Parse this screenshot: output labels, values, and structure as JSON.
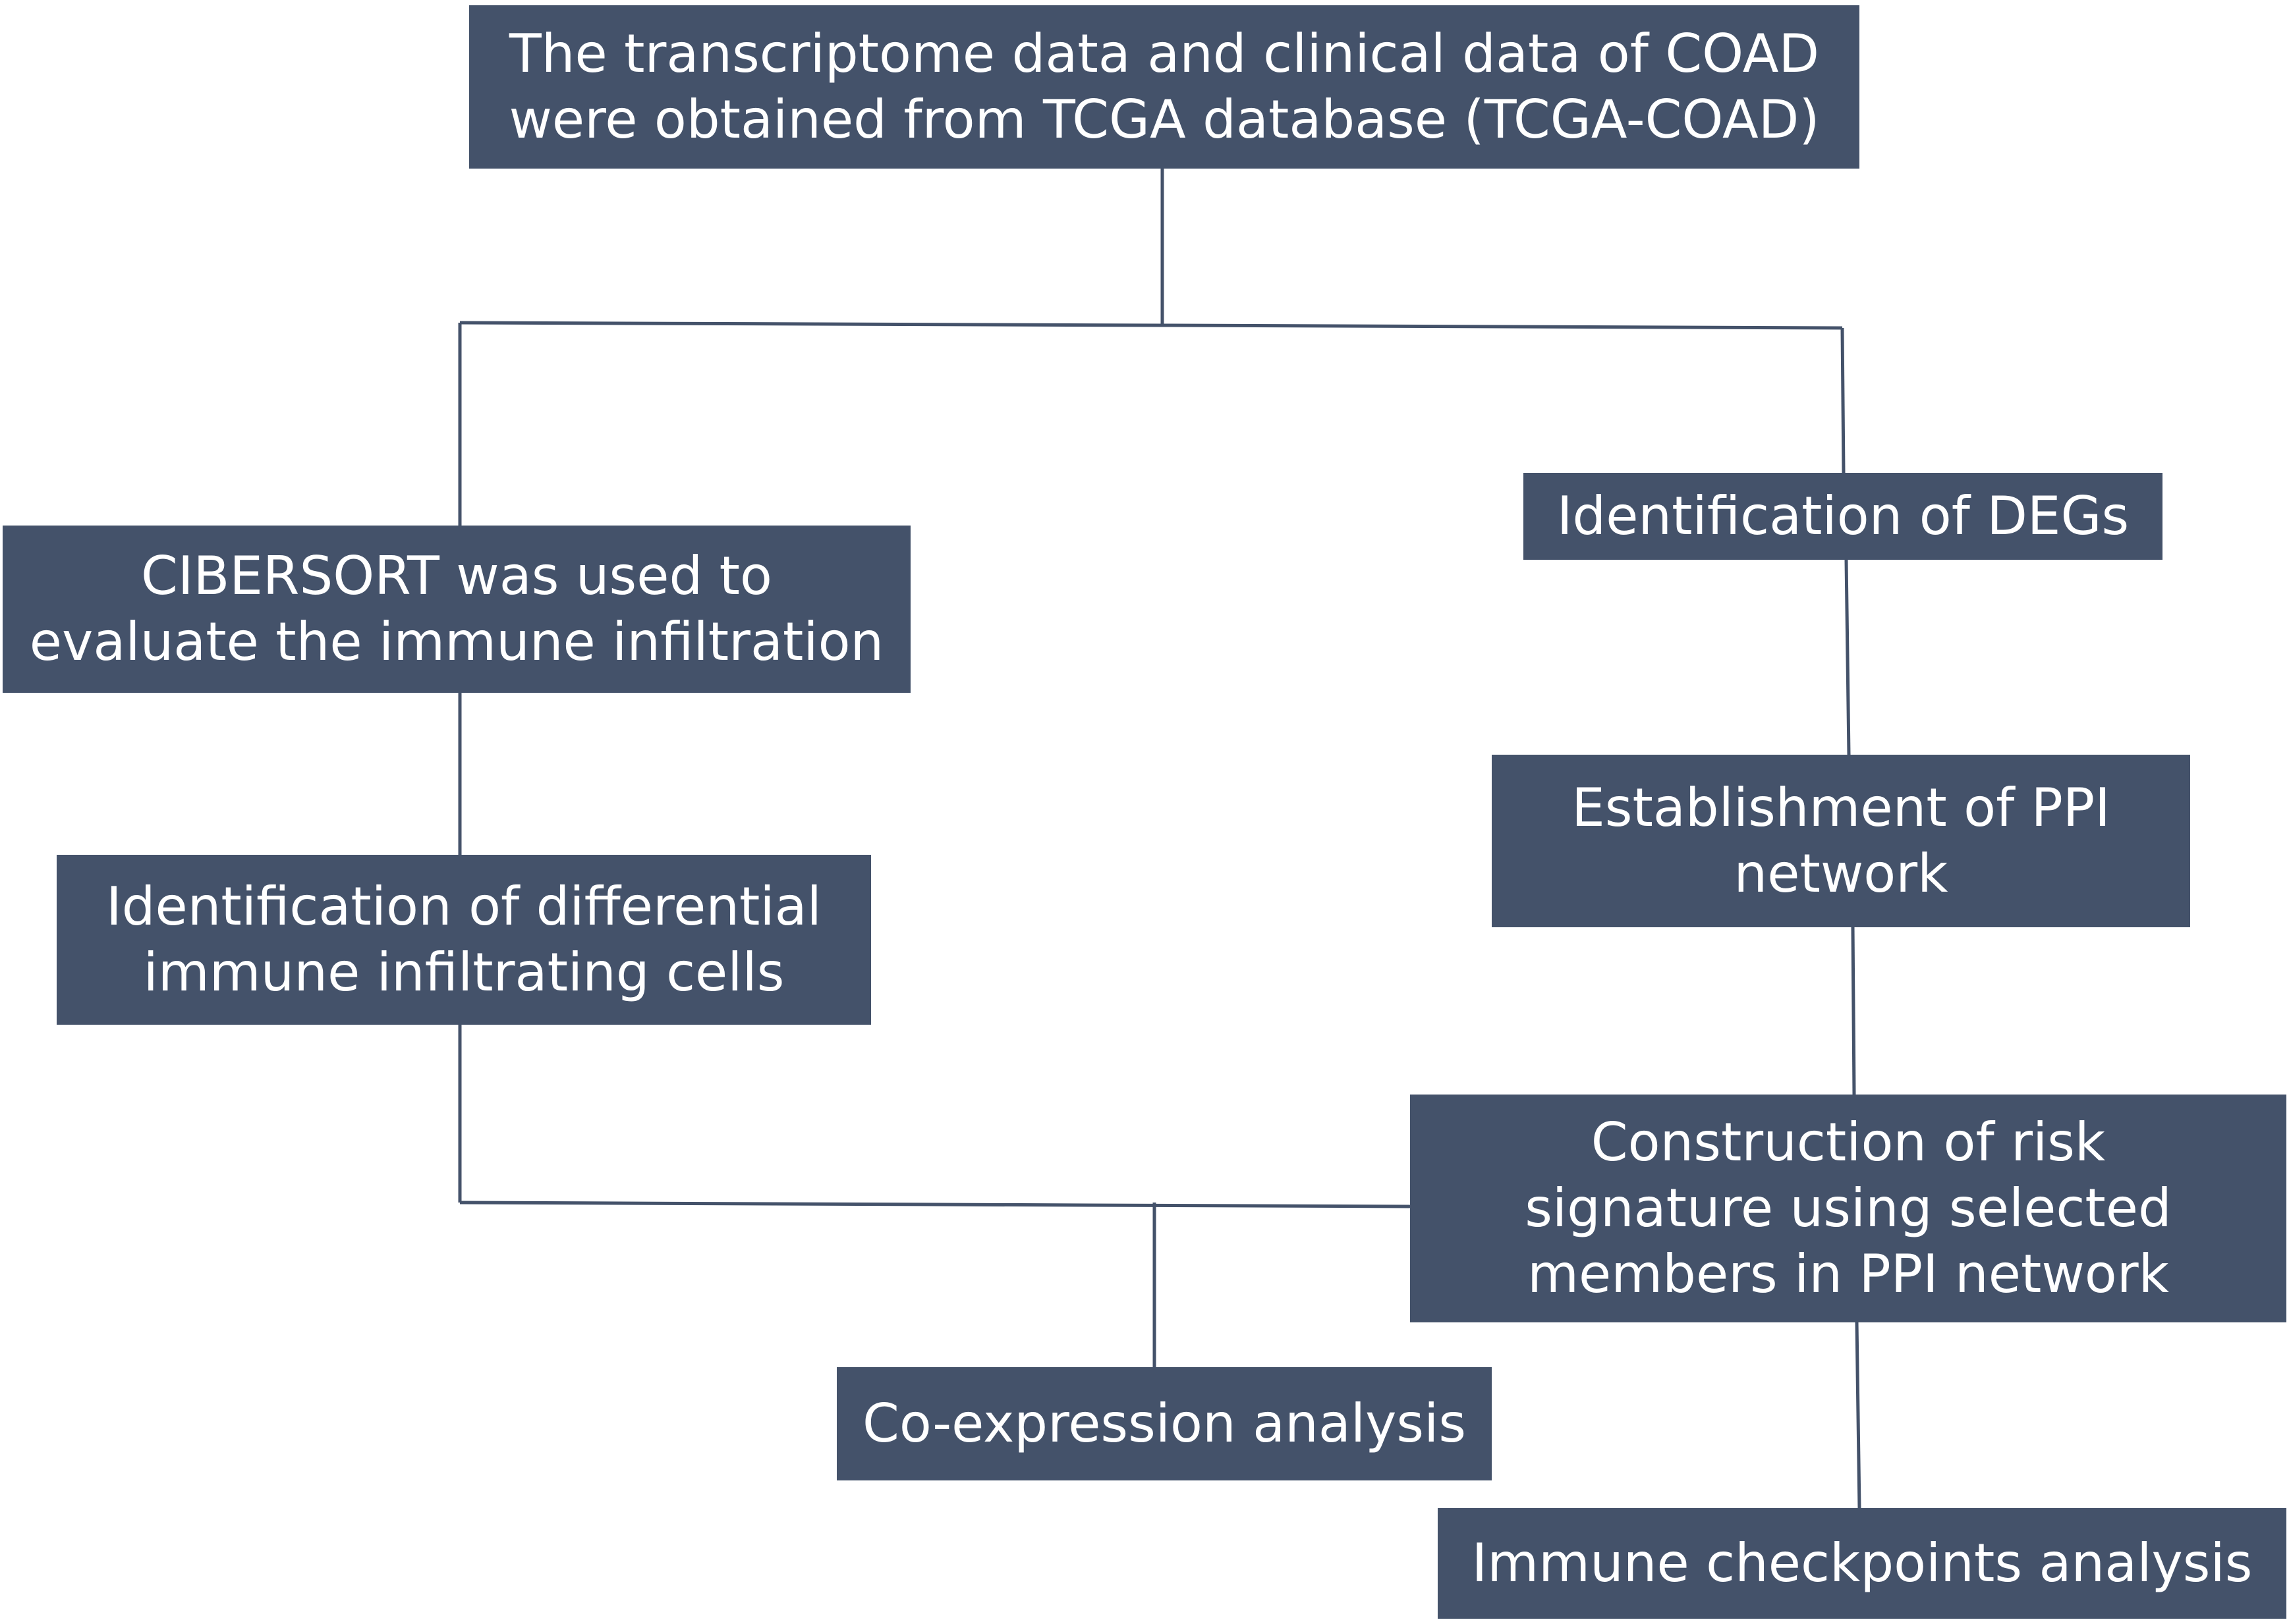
{
  "diagram": {
    "line_color": "#44526a",
    "box_color": "#44526a",
    "text_color": "#ffffff",
    "nodes": {
      "tcga": "The transcriptome data and clinical data of COAD\nwere obtained from TCGA database (TCGA-COAD)",
      "degs": "Identification of DEGs",
      "cibersort": "CIBERSORT was used to\nevaluate the immune infiltration",
      "ppi": "Establishment of PPI\nnetwork",
      "diff_cells": "Identification of differential\nimmune infiltrating cells",
      "risk": "Construction of risk\nsignature using selected\nmembers in PPI network",
      "coexpression": "Co-expression analysis",
      "checkpoints": "Immune checkpoints analysis"
    }
  }
}
